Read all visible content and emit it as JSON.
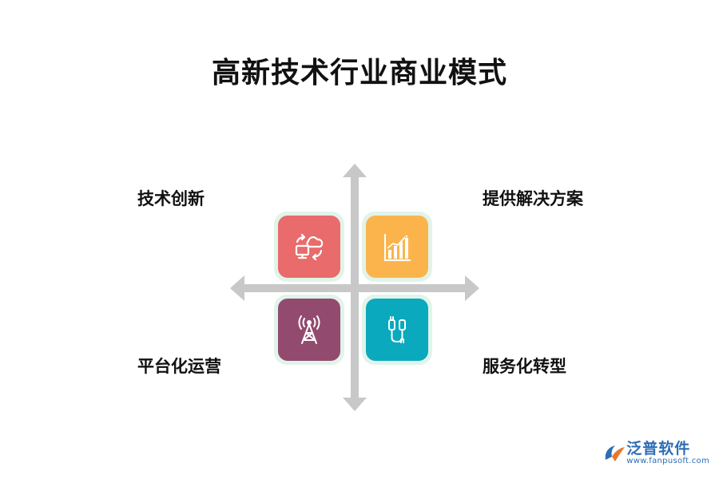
{
  "title": "高新技术行业商业模式",
  "quadrants": {
    "top_left": {
      "label": "技术创新",
      "color": "#e96b6b",
      "icon": "cloud-computer-sync-icon"
    },
    "top_right": {
      "label": "提供解决方案",
      "color": "#fbb44c",
      "icon": "bar-chart-growth-icon"
    },
    "bottom_left": {
      "label": "平台化运营",
      "color": "#924b6f",
      "icon": "signal-tower-icon"
    },
    "bottom_right": {
      "label": "服务化转型",
      "color": "#0aa9bd",
      "icon": "cable-connector-icon"
    }
  },
  "axis_color": "#c8c8c8",
  "tile_border_color": "#e1f4ea",
  "logo": {
    "name": "泛普软件",
    "url": "www.fanpusoft.com",
    "color": "#2d6db5",
    "accent_color": "#e8762c"
  }
}
